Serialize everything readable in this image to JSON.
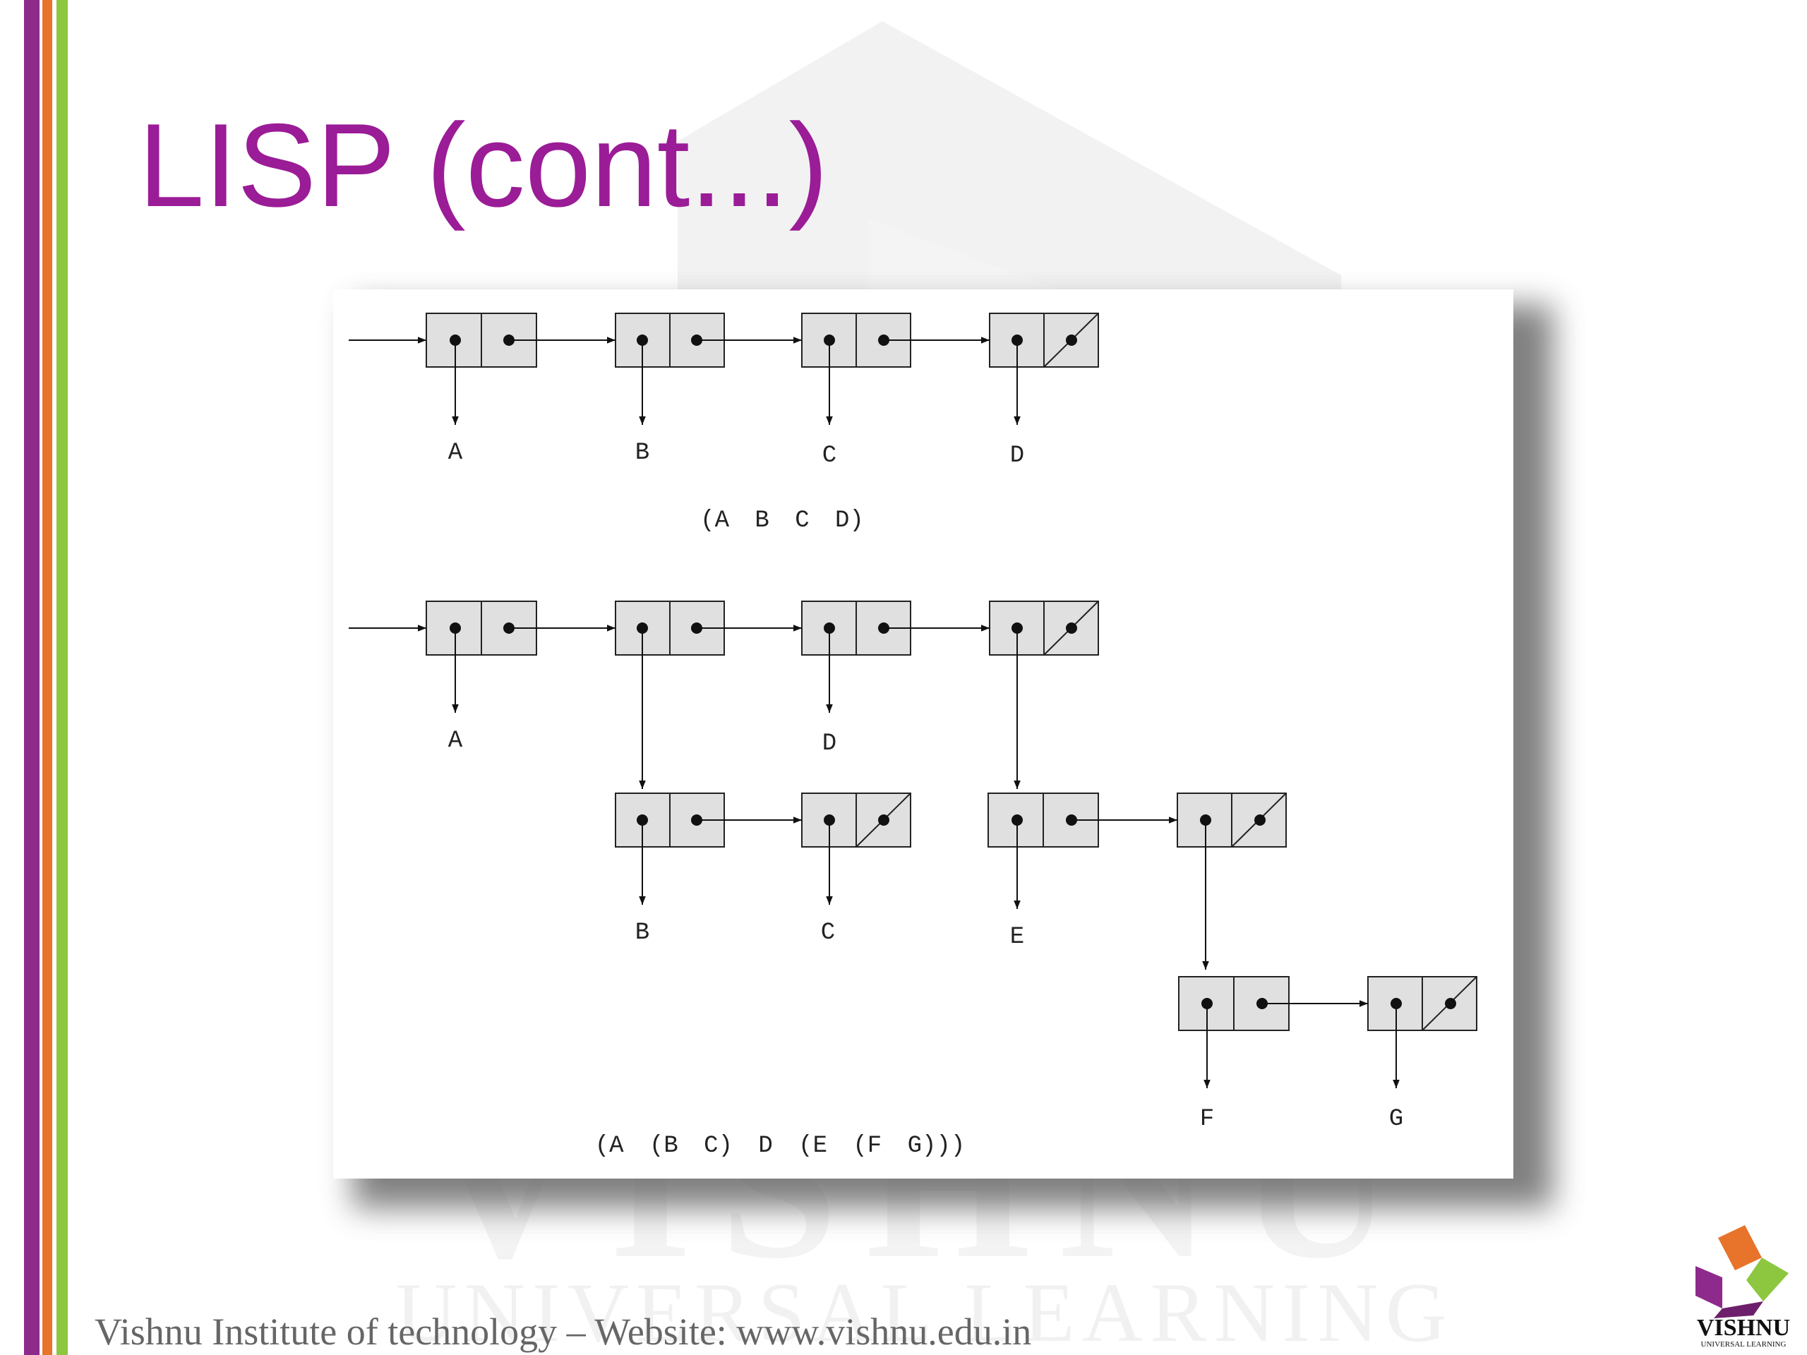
{
  "slide": {
    "title": "LISP (cont...)",
    "footer": "Vishnu Institute of technology – Website: www.vishnu.edu.in"
  },
  "brand": {
    "logo_name": "VISHNU",
    "logo_tagline": "UNIVERSAL LEARNING",
    "watermark_line1": "VISHNU",
    "watermark_line2": "UNIVERSAL LEARNING",
    "stripe_colors": [
      "#8e2a8b",
      "#e8732a",
      "#8dc63f"
    ],
    "title_color": "#9b1c97"
  },
  "diagram": {
    "figure1": {
      "caption": "(A B C D)",
      "atoms": [
        "A",
        "B",
        "C",
        "D"
      ]
    },
    "figure2": {
      "caption": "(A (B C) D (E (F G)))",
      "atoms": [
        "A",
        "D",
        "B",
        "C",
        "E",
        "F",
        "G"
      ]
    }
  }
}
